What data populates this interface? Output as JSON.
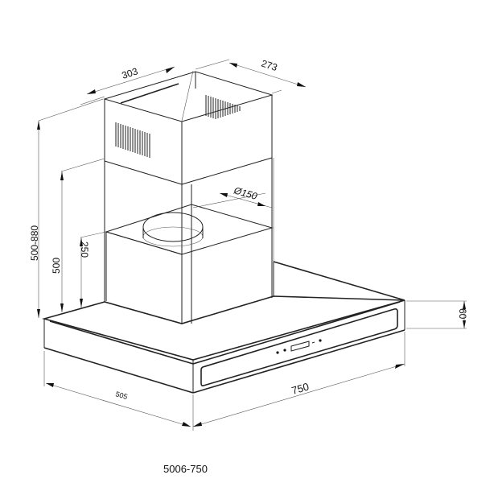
{
  "dimensions": {
    "chimney_width": "303",
    "chimney_depth": "273",
    "duct_diameter": "Ø150",
    "total_height": "500-880",
    "lower_chimney_height": "500",
    "min_height": "250",
    "hood_thickness": "60",
    "hood_depth": "505",
    "hood_width": "750"
  },
  "model": "5006-750"
}
